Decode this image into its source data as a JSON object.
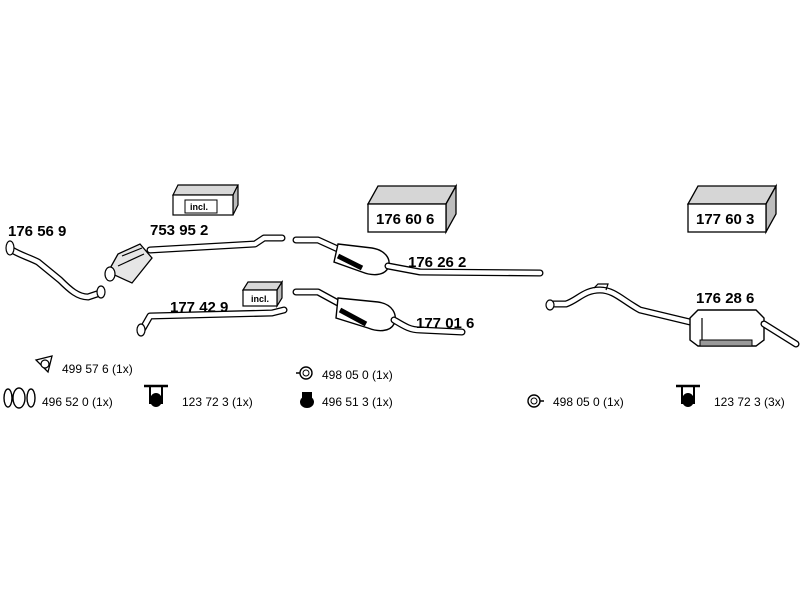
{
  "parts": {
    "front_pipe": "176 56 9",
    "catalyst": "753 95 2",
    "mid_pipe": "177 42 9",
    "center_silencer_a": "176 26 2",
    "center_silencer_b": "177 01 6",
    "rear_silencer": "176 28 6"
  },
  "kits": {
    "kit_small_top": {
      "label": "incl."
    },
    "kit_small_mid": {
      "label": "incl."
    },
    "kit_center": {
      "number": "176 60 6"
    },
    "kit_rear": {
      "number": "177 60 3"
    }
  },
  "fittings": {
    "gasket": "499 57 6 (1x)",
    "clamp_ring": "496 52 0 (1x)",
    "rubber_mount_left": "123 72 3 (1x)",
    "ring_center": "498 05 0 (1x)",
    "clamp_center": "496 51 3 (1x)",
    "ring_rear": "498 05 0 (1x)",
    "rubber_mount_rear": "123 72 3 (3x)"
  },
  "colors": {
    "line": "#000000",
    "fill": "#ffffff",
    "box_shade": "#cfcfcf",
    "muffler_shade": "#9a9a9a"
  }
}
